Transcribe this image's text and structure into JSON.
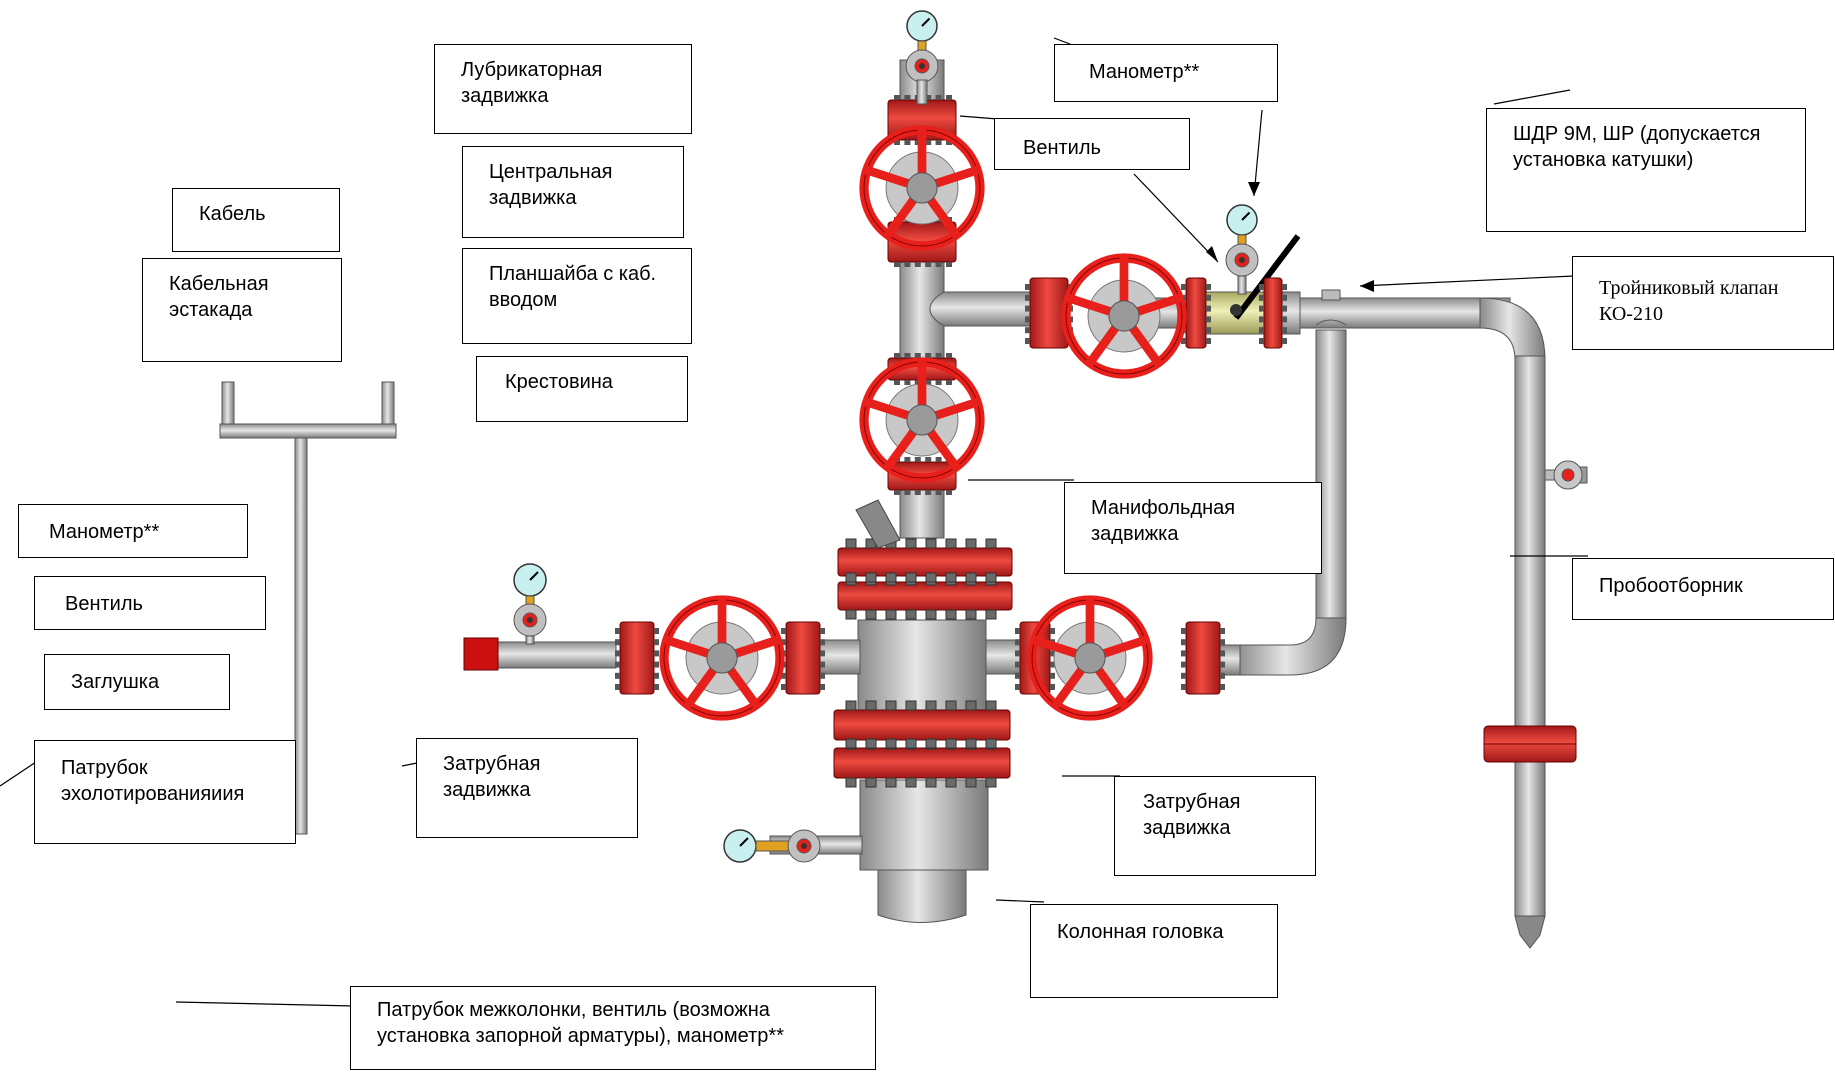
{
  "labels": {
    "lubricator_valve": "Лубрикаторная\nзадвижка",
    "central_valve": "Центральная\nзадвижка",
    "planshaiba": "Планшайба с каб.\nвводом",
    "cross": "Крестовина",
    "cable": "Кабель",
    "cable_rack": "Кабельная\nэстакада",
    "manometer_left": "Манометр**",
    "valve_left": "Вентиль",
    "plug": "Заглушка",
    "echo_pipe": "Патрубок\nэхолотированияиия",
    "annulus_valve_left": "Затрубная\nзадвижка",
    "interstring_pipe": "Патрубок межколонки, вентиль (возможна\nустановка запорной арматуры), манометр**",
    "manometer_top": "Манометр**",
    "valve_top": "Вентиль",
    "shdr": "ШДР 9М, ШР (допускается\nустановка катушки)",
    "tee_valve": "Тройниковый клапан\nКО-210",
    "manifold_valve": "Манифольдная\nзадвижка",
    "sampler": "Пробоотборник",
    "annulus_valve_right": "Затрубная\nзадвижка",
    "column_head": "Колонная головка"
  },
  "colors": {
    "valve_red": "#e8201c",
    "flange_red": "#d8302c",
    "pipe_gray": "#b8b8b8",
    "pipe_dark": "#7a7a7a",
    "gauge_face": "#c8f0f0",
    "tee_yellow": "#d8d890",
    "plug_red": "#cc1010"
  },
  "icons": [
    "valve-handwheel-icon",
    "pressure-gauge-icon",
    "flange-icon",
    "plug-icon"
  ]
}
